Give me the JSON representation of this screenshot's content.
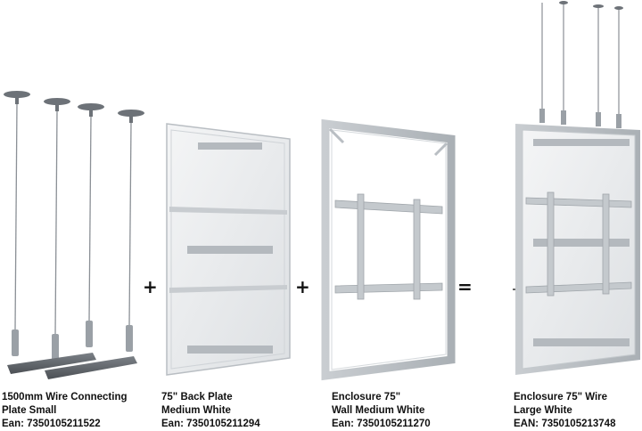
{
  "operators": {
    "plus_1": "+",
    "plus_2": "+",
    "equals": "="
  },
  "products": [
    {
      "line1": "1500mm Wire Connecting",
      "line2": "Plate Small",
      "code_label": "Ean:",
      "code": "7350105211522"
    },
    {
      "line1": "75\" Back Plate",
      "line2": "Medium White",
      "code_label": "Ean:",
      "code": "7350105211294"
    },
    {
      "line1": "Enclosure 75\"",
      "line2": "Wall Medium White",
      "code_label": "Ean:",
      "code": "7350105211270"
    },
    {
      "line1": "Enclosure 75\" Wire",
      "line2": "Large White",
      "code_label": "EAN:",
      "code": "7350105213748"
    }
  ],
  "colors": {
    "panel_light": "#eceef0",
    "panel_mid": "#d9dcdf",
    "frame": "#b9bec3",
    "metal_dark": "#6d7278",
    "wire": "#8b9096",
    "bar_dark": "#5a5e63"
  }
}
